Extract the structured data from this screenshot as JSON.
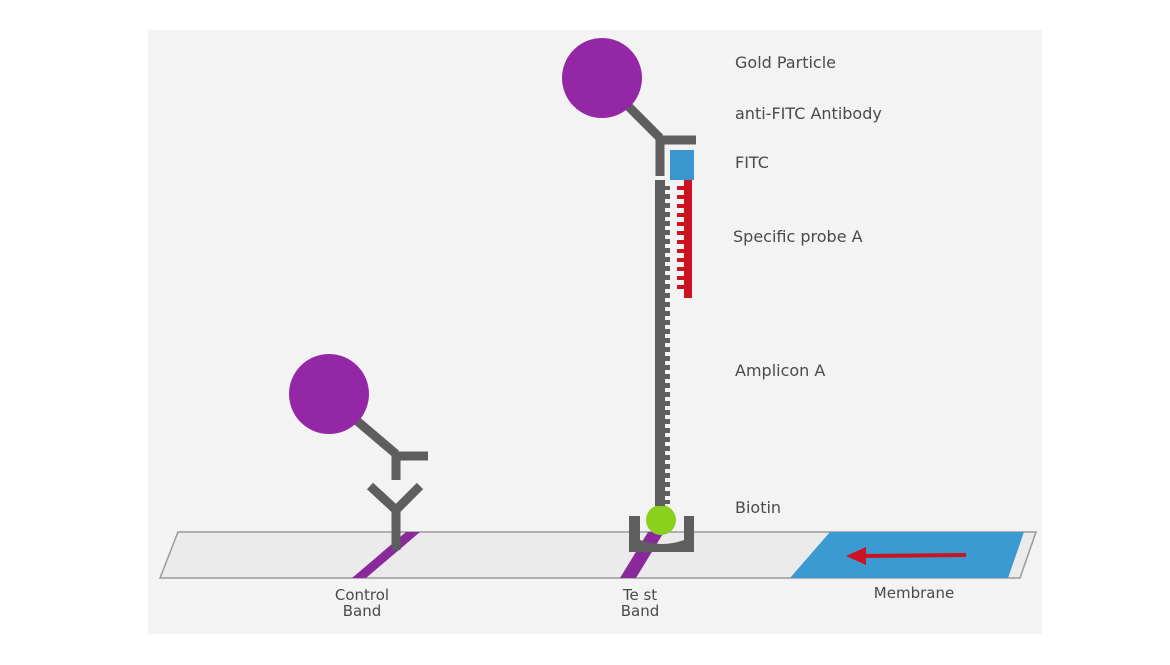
{
  "labels": {
    "gold_particle": "Gold Particle",
    "anti_fitc_antibody": "anti-FITC Antibody",
    "fitc": "FITC",
    "specific_probe_a": "Specific probe A",
    "amplicon_a": "Amplicon A",
    "biotin": "Biotin",
    "control_band_line1": "Control",
    "control_band_line2": "Band",
    "test_band_line1": "Te st",
    "test_band_line2": "Band",
    "membrane": "Membrane"
  },
  "colors": {
    "gold_particle": "#9327a6",
    "antibody": "#5e5e5e",
    "fitc": "#3a96cc",
    "probe": "#cc1420",
    "biotin": "#8ad11e",
    "band": "#8a2a9a",
    "membrane": "#3b9ad1",
    "arrow": "#cc1420",
    "strip": "#ececec"
  }
}
